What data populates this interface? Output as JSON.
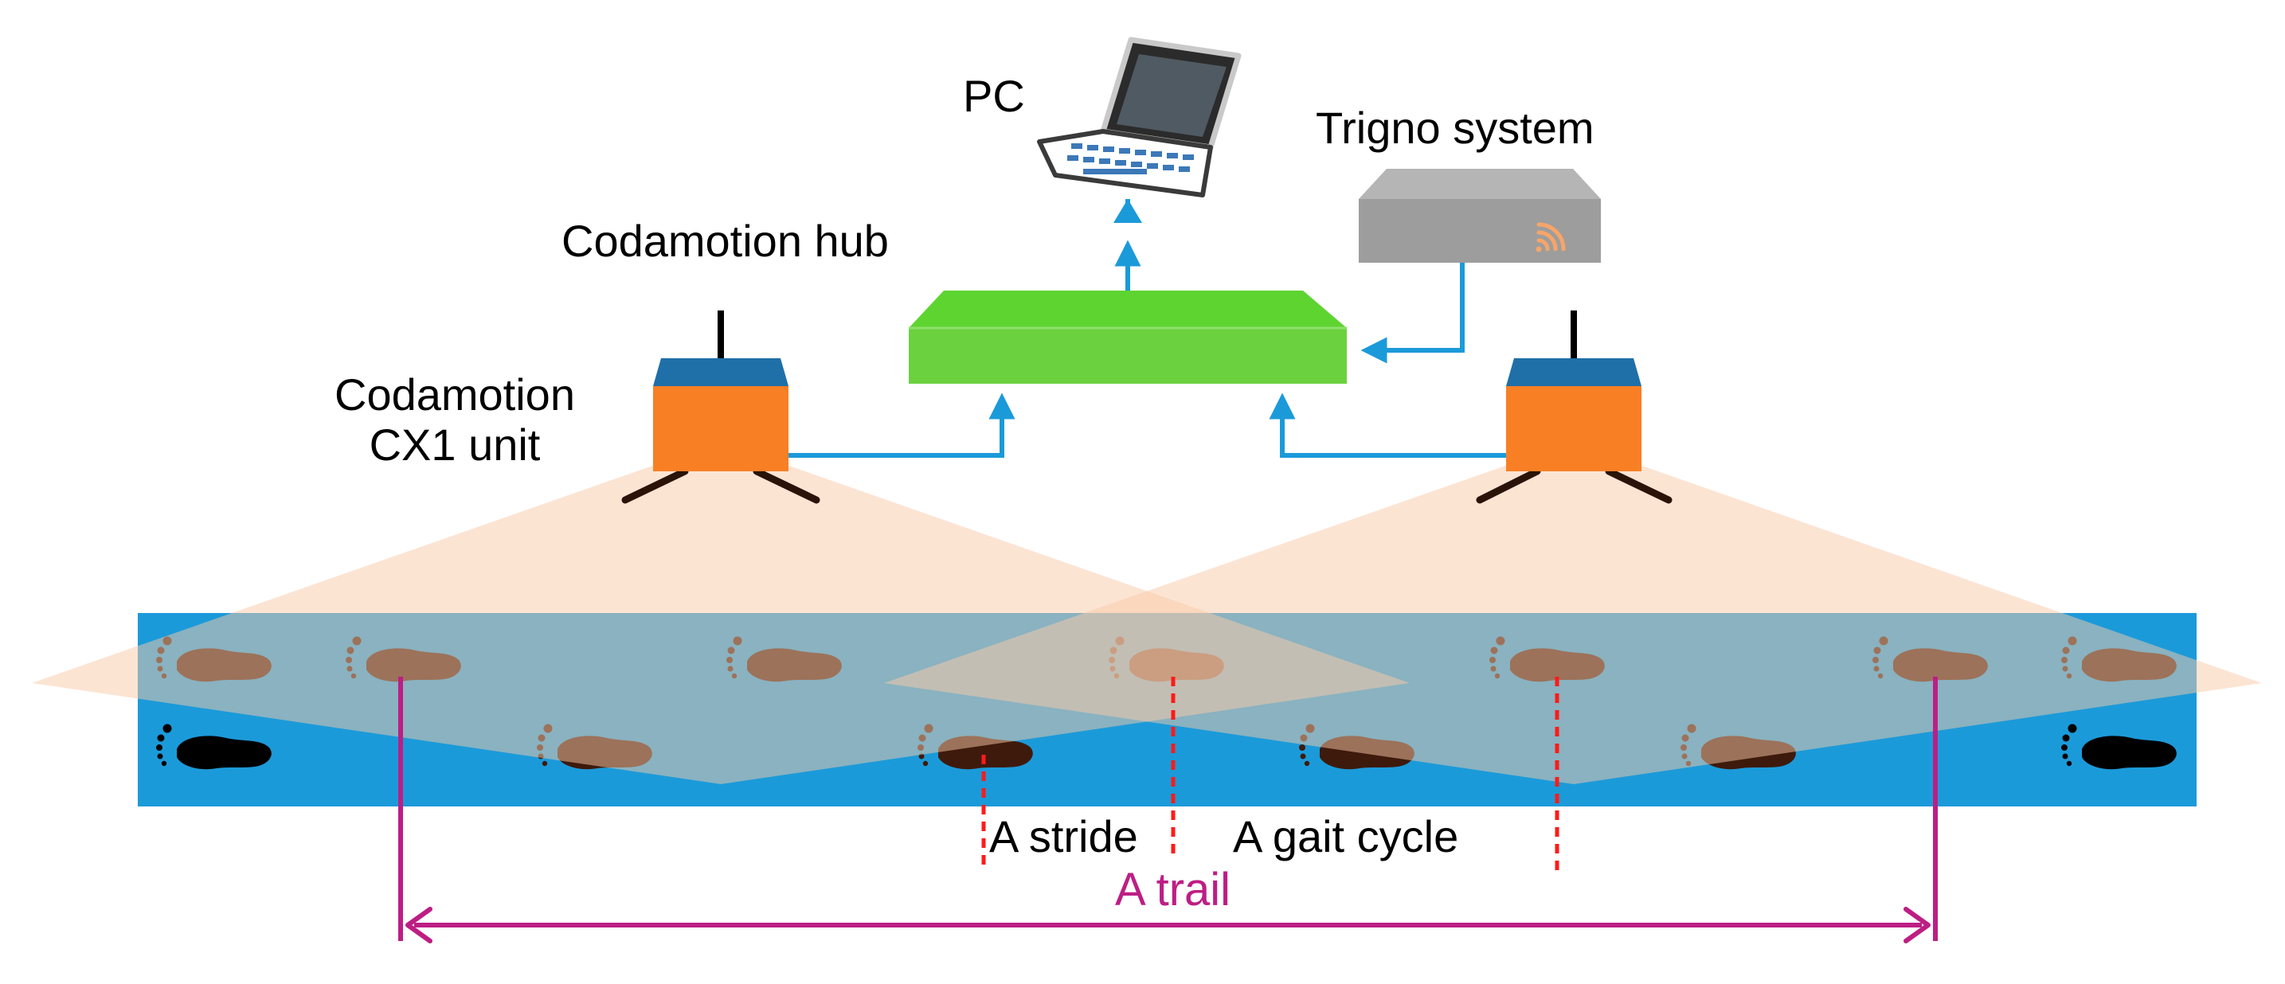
{
  "labels": {
    "pc": "PC",
    "trigno": "Trigno system",
    "hub": "Codamotion hub",
    "cx1_line1": "Codamotion",
    "cx1_line2": "CX1 unit",
    "stride": "A stride",
    "gait_cycle": "A gait cycle",
    "trail": "A trail"
  },
  "colors": {
    "walkway": "#1b9ad9",
    "field_of_view": "#f9c9a8",
    "hub": "#6cd13f",
    "cx1_body": "#f97f24",
    "cx1_top": "#1f6fa8",
    "connector": "#1b9ad9",
    "trigno_box": "#9d9d9d",
    "footprint": "#3e1a0c",
    "footprint_dark": "#000000",
    "marker_line": "#ff1a1a",
    "trail": "#bd1e84"
  },
  "icons": {
    "pc": "laptop-icon",
    "trigno": "wireless-box-icon",
    "footprint": "footprint-icon"
  }
}
